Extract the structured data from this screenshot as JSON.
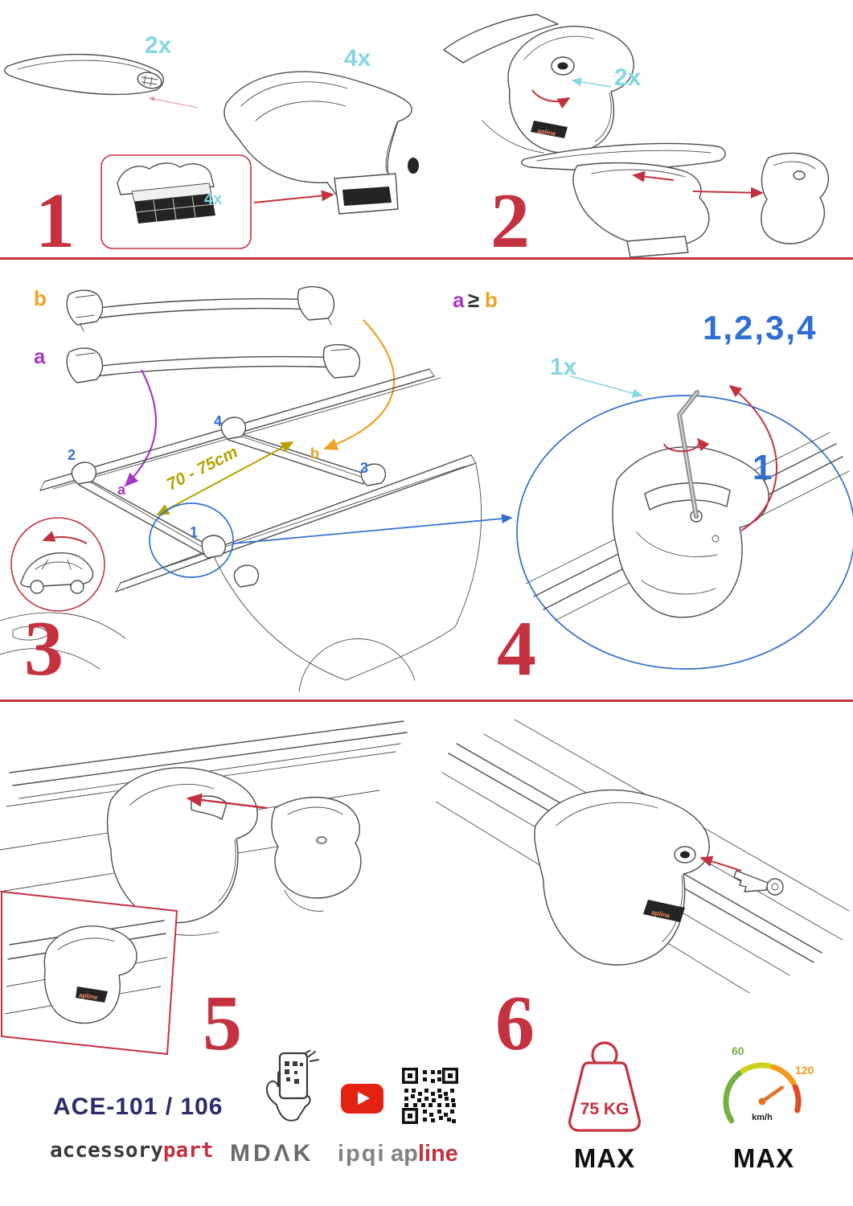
{
  "colors": {
    "accent_red": "#c4313f",
    "cyan": "#85d6e3",
    "orange": "#f0a125",
    "purple": "#a837c8",
    "blue": "#2f6fd2",
    "olive": "#b3a400",
    "navy": "#2b2b6b",
    "green": "#76b043"
  },
  "steps": {
    "s1": {
      "number": "1",
      "bar_qty": "2x",
      "foot_qty": "4x",
      "pad_qty": "4x"
    },
    "s2": {
      "number": "2",
      "key_qty": "2x"
    },
    "s3": {
      "number": "3",
      "bar_b": "b",
      "bar_a": "a",
      "measurement": "70 - 75cm",
      "pos2": "2",
      "pos4": "4",
      "pos3": "3",
      "posb": "b",
      "posa": "a",
      "pos1": "1"
    },
    "s4": {
      "number": "4",
      "cond_a": "a",
      "cond_op": "≥",
      "cond_b": "b",
      "sequence": "1,2,3,4",
      "tool_qty": "1x",
      "order_first": "1"
    },
    "s5": {
      "number": "5"
    },
    "s6": {
      "number": "6"
    }
  },
  "drawing": {
    "foot_brand": "apline"
  },
  "footer": {
    "product_code": "ACE-101 / 106",
    "brand_gray": "accessory",
    "brand_red": "part",
    "logo_mdak": "MDΛK",
    "logo_ipqi": "ipqi",
    "logo_ap": "ap",
    "logo_line": "line",
    "weight_value": "75 KG",
    "weight_max": "MAX",
    "speed_low": "60",
    "speed_high": "120",
    "speed_unit": "km/h",
    "speed_max": "MAX"
  }
}
